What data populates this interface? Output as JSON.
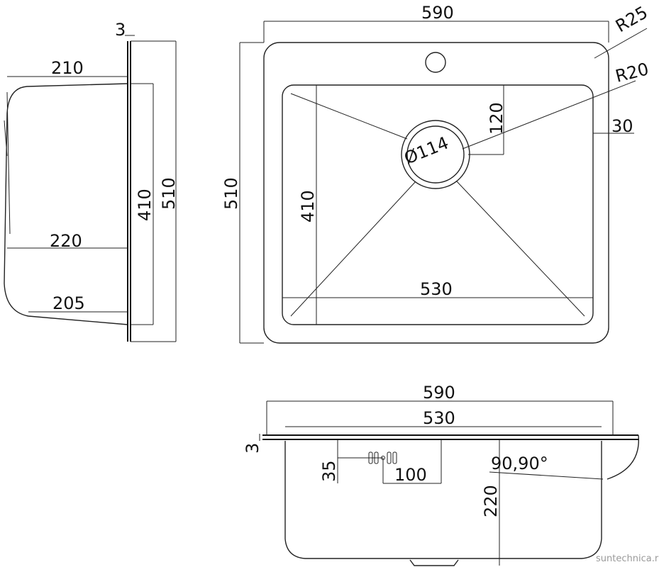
{
  "dimensions": {
    "side_top_thickness": "3",
    "side_depth_top": "210",
    "side_inner_length": "410",
    "side_outer_length": "510",
    "side_depth_mid": "220",
    "side_depth_bottom": "205",
    "top_width": "590",
    "corner_radius_outer": "R25",
    "corner_radius_inner": "R20",
    "drain_offset": "120",
    "drain_diameter": "Ø114",
    "rim_width": "30",
    "top_height": "510",
    "bowl_length": "410",
    "bowl_width": "530",
    "front_outer_width": "590",
    "front_inner_width": "530",
    "front_thickness": "3",
    "overflow_height": "35",
    "overflow_offset": "100",
    "corner_angle": "90,90°",
    "bowl_depth": "220"
  },
  "watermark": "suntechnica.ru",
  "colors": {
    "line": "#222222",
    "text": "#111111",
    "watermark": "#9a9a9a"
  }
}
